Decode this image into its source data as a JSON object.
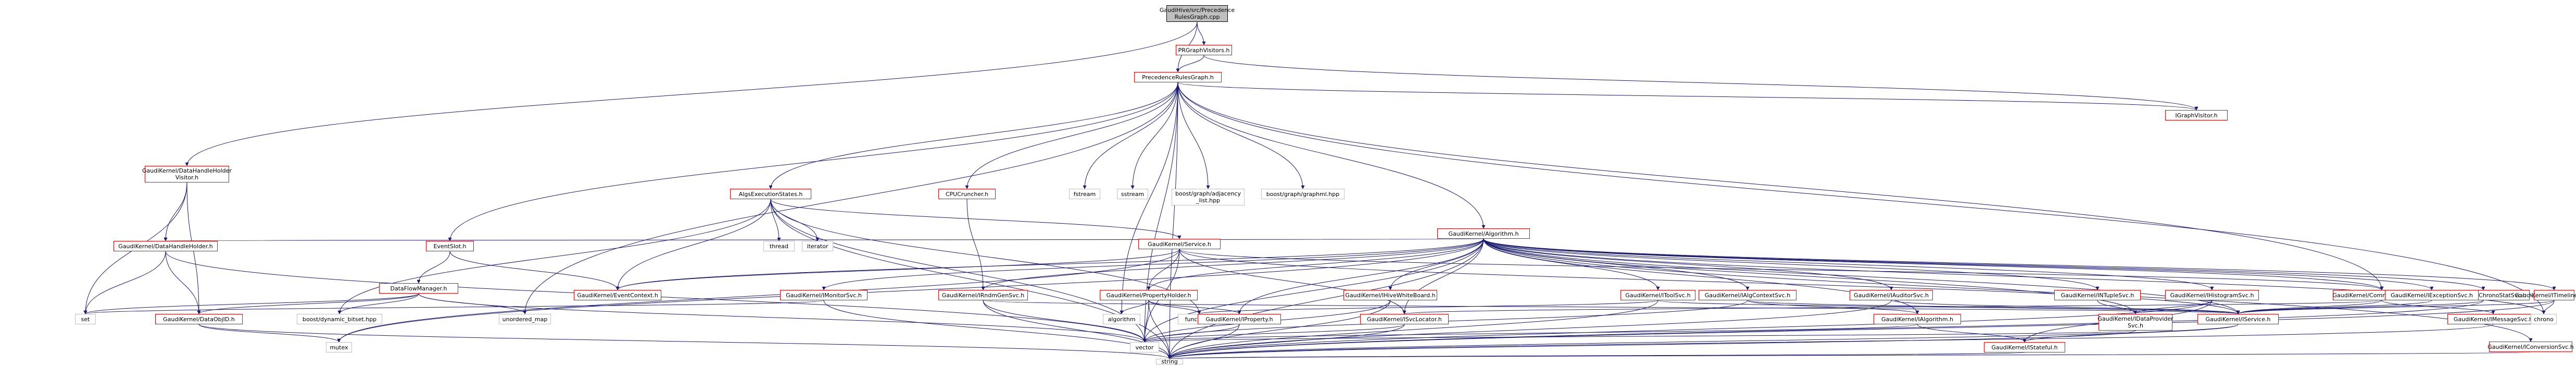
{
  "graph": {
    "colors": {
      "edge": "#191970",
      "external_border": "#bfbfbf",
      "file_border": "#ff0000",
      "root_fill": "#bfbfbf",
      "text": "#000000",
      "background": "#ffffff"
    },
    "nodes": [
      {
        "id": "root",
        "label": "GaudiHive/src/Precedence\nRulesGraph.cpp",
        "kind": "root"
      },
      {
        "id": "prgvis",
        "label": "PRGraphVisitors.h",
        "kind": "file"
      },
      {
        "id": "prg",
        "label": "PrecedenceRulesGraph.h",
        "kind": "file"
      },
      {
        "id": "igv",
        "label": "IGraphVisitor.h",
        "kind": "file"
      },
      {
        "id": "dhv",
        "label": "GaudiKernel/DataHandleHolder\nVisitor.h",
        "kind": "file"
      },
      {
        "id": "aes",
        "label": "AlgsExecutionStates.h",
        "kind": "file"
      },
      {
        "id": "cpu",
        "label": "CPUCruncher.h",
        "kind": "red"
      },
      {
        "id": "fstream",
        "label": "fstream",
        "kind": "ext"
      },
      {
        "id": "sstream",
        "label": "sstream",
        "kind": "ext"
      },
      {
        "id": "adjlist",
        "label": "boost/graph/adjacency\n_list.hpp",
        "kind": "ext"
      },
      {
        "id": "graphml",
        "label": "boost/graph/graphml.hpp",
        "kind": "ext"
      },
      {
        "id": "algorithm_h",
        "label": "GaudiKernel/Algorithm.h",
        "kind": "red"
      },
      {
        "id": "dhh",
        "label": "GaudiKernel/DataHandleHolder.h",
        "kind": "red"
      },
      {
        "id": "eslot",
        "label": "EventSlot.h",
        "kind": "file"
      },
      {
        "id": "thread",
        "label": "thread",
        "kind": "ext"
      },
      {
        "id": "iterator",
        "label": "iterator",
        "kind": "ext"
      },
      {
        "id": "service",
        "label": "GaudiKernel/Service.h",
        "kind": "red"
      },
      {
        "id": "dfm",
        "label": "DataFlowManager.h",
        "kind": "file"
      },
      {
        "id": "evctx",
        "label": "GaudiKernel/EventContext.h",
        "kind": "red"
      },
      {
        "id": "imonsvc",
        "label": "GaudiKernel/IMonitorSvc.h",
        "kind": "red"
      },
      {
        "id": "irng",
        "label": "GaudiKernel/IRndmGenSvc.h",
        "kind": "red"
      },
      {
        "id": "propholder",
        "label": "GaudiKernel/PropertyHolder.h",
        "kind": "red"
      },
      {
        "id": "cfb",
        "label": "GaudiKernel/CommonMessaging.h",
        "kind": "red"
      },
      {
        "id": "ichrono",
        "label": "GaudiKernel/IChronoStatSvc.h",
        "kind": "red"
      },
      {
        "id": "ihive",
        "label": "GaudiKernel/IHiveWhiteBoard.h",
        "kind": "red"
      },
      {
        "id": "itool",
        "label": "GaudiKernel/IToolSvc.h",
        "kind": "red"
      },
      {
        "id": "iac",
        "label": "GaudiKernel/IAlgContextSvc.h",
        "kind": "red"
      },
      {
        "id": "iaud",
        "label": "GaudiKernel/IAuditorSvc.h",
        "kind": "red"
      },
      {
        "id": "intup",
        "label": "GaudiKernel/INTupleSvc.h",
        "kind": "red"
      },
      {
        "id": "ihist",
        "label": "GaudiKernel/IHistogramSvc.h",
        "kind": "red"
      },
      {
        "id": "iexc",
        "label": "GaudiKernel/IExceptionSvc.h",
        "kind": "red"
      },
      {
        "id": "itimeline",
        "label": "GaudiKernel/ITimelineSvc.h",
        "kind": "red"
      },
      {
        "id": "iconv",
        "label": "GaudiKernel/IConversionSvc.h",
        "kind": "red"
      },
      {
        "id": "dataobjid",
        "label": "GaudiKernel/DataObjID.h",
        "kind": "red"
      },
      {
        "id": "set",
        "label": "set",
        "kind": "ext"
      },
      {
        "id": "bitset",
        "label": "boost/dynamic_bitset.hpp",
        "kind": "ext"
      },
      {
        "id": "umap",
        "label": "unordered_map",
        "kind": "ext"
      },
      {
        "id": "algorithm",
        "label": "algorithm",
        "kind": "ext"
      },
      {
        "id": "functional",
        "label": "functional",
        "kind": "ext"
      },
      {
        "id": "iproperty",
        "label": "GaudiKernel/IProperty.h",
        "kind": "red"
      },
      {
        "id": "isvcloc",
        "label": "GaudiKernel/ISvcLocator.h",
        "kind": "red"
      },
      {
        "id": "idataprov",
        "label": "GaudiKernel/IDataProvider\nSvc.h",
        "kind": "red"
      },
      {
        "id": "ialgorithm",
        "label": "GaudiKernel/IAlgorithm.h",
        "kind": "red"
      },
      {
        "id": "iservice",
        "label": "GaudiKernel/IService.h",
        "kind": "red"
      },
      {
        "id": "imsg",
        "label": "GaudiKernel/IMessageSvc.h",
        "kind": "red"
      },
      {
        "id": "chrono",
        "label": "chrono",
        "kind": "ext"
      },
      {
        "id": "mutex",
        "label": "mutex",
        "kind": "ext"
      },
      {
        "id": "vector",
        "label": "vector",
        "kind": "ext"
      },
      {
        "id": "istateful",
        "label": "GaudiKernel/IStateful.h",
        "kind": "red"
      },
      {
        "id": "string",
        "label": "string",
        "kind": "ext"
      }
    ],
    "edges": [
      [
        "root",
        "prgvis"
      ],
      [
        "root",
        "prg"
      ],
      [
        "root",
        "dhv"
      ],
      [
        "prgvis",
        "prg"
      ],
      [
        "prgvis",
        "igv"
      ],
      [
        "prg",
        "igv"
      ],
      [
        "prg",
        "aes"
      ],
      [
        "prg",
        "cpu"
      ],
      [
        "prg",
        "fstream"
      ],
      [
        "prg",
        "sstream"
      ],
      [
        "prg",
        "adjlist"
      ],
      [
        "prg",
        "graphml"
      ],
      [
        "prg",
        "algorithm_h"
      ],
      [
        "prg",
        "eslot"
      ],
      [
        "prg",
        "vector"
      ],
      [
        "prg",
        "string"
      ],
      [
        "prg",
        "umap"
      ],
      [
        "prg",
        "cfb"
      ],
      [
        "prg",
        "chrono"
      ],
      [
        "prg",
        "algorithm"
      ],
      [
        "dhv",
        "dhh"
      ],
      [
        "dhv",
        "dataobjid"
      ],
      [
        "dhv",
        "set"
      ],
      [
        "dhh",
        "dataobjid"
      ],
      [
        "dhh",
        "set"
      ],
      [
        "dhh",
        "vector"
      ],
      [
        "aes",
        "thread"
      ],
      [
        "aes",
        "iterator"
      ],
      [
        "aes",
        "service"
      ],
      [
        "aes",
        "string"
      ],
      [
        "aes",
        "vector"
      ],
      [
        "aes",
        "bitset"
      ],
      [
        "aes",
        "functional"
      ],
      [
        "aes",
        "evctx"
      ],
      [
        "eslot",
        "dfm"
      ],
      [
        "eslot",
        "evctx"
      ],
      [
        "dfm",
        "dataobjid"
      ],
      [
        "dfm",
        "bitset"
      ],
      [
        "dfm",
        "umap"
      ],
      [
        "dfm",
        "vector"
      ],
      [
        "dfm",
        "set"
      ],
      [
        "cpu",
        "irng"
      ],
      [
        "irng",
        "vector"
      ],
      [
        "irng",
        "string"
      ],
      [
        "irng",
        "iservice"
      ],
      [
        "service",
        "propholder"
      ],
      [
        "service",
        "cfb"
      ],
      [
        "service",
        "isvcloc"
      ],
      [
        "service",
        "mutex"
      ],
      [
        "service",
        "vector"
      ],
      [
        "service",
        "iservice"
      ],
      [
        "service",
        "evctx"
      ],
      [
        "algorithm_h",
        "imonsvc"
      ],
      [
        "algorithm_h",
        "irng"
      ],
      [
        "algorithm_h",
        "propholder"
      ],
      [
        "algorithm_h",
        "cfb"
      ],
      [
        "algorithm_h",
        "ichrono"
      ],
      [
        "algorithm_h",
        "ihive"
      ],
      [
        "algorithm_h",
        "itool"
      ],
      [
        "algorithm_h",
        "iac"
      ],
      [
        "algorithm_h",
        "iaud"
      ],
      [
        "algorithm_h",
        "intup"
      ],
      [
        "algorithm_h",
        "ihist"
      ],
      [
        "algorithm_h",
        "iexc"
      ],
      [
        "algorithm_h",
        "itimeline"
      ],
      [
        "algorithm_h",
        "iconv"
      ],
      [
        "algorithm_h",
        "ialgorithm"
      ],
      [
        "algorithm_h",
        "iproperty"
      ],
      [
        "algorithm_h",
        "isvcloc"
      ],
      [
        "algorithm_h",
        "idataprov"
      ],
      [
        "algorithm_h",
        "iservice"
      ],
      [
        "algorithm_h",
        "evctx"
      ],
      [
        "algorithm_h",
        "dhh"
      ],
      [
        "algorithm_h",
        "string"
      ],
      [
        "algorithm_h",
        "vector"
      ],
      [
        "algorithm_h",
        "mutex"
      ],
      [
        "algorithm_h",
        "chrono"
      ],
      [
        "imonsvc",
        "set"
      ],
      [
        "imonsvc",
        "string"
      ],
      [
        "propholder",
        "iproperty"
      ],
      [
        "propholder",
        "algorithm"
      ],
      [
        "propholder",
        "functional"
      ],
      [
        "propholder",
        "vector"
      ],
      [
        "propholder",
        "string"
      ],
      [
        "ihive",
        "vector"
      ],
      [
        "ihive",
        "string"
      ],
      [
        "itool",
        "functional"
      ],
      [
        "itool",
        "string"
      ],
      [
        "itool",
        "iservice"
      ],
      [
        "iac",
        "vector"
      ],
      [
        "iac",
        "ialgorithm"
      ],
      [
        "iac",
        "iservice"
      ],
      [
        "iaud",
        "iservice"
      ],
      [
        "iaud",
        "string"
      ],
      [
        "intup",
        "idataprov"
      ],
      [
        "ihist",
        "idataprov"
      ],
      [
        "ihist",
        "string"
      ],
      [
        "ihist",
        "istateful"
      ],
      [
        "iexc",
        "iservice"
      ],
      [
        "cfb",
        "imsg"
      ],
      [
        "cfb",
        "iservice"
      ],
      [
        "cfb",
        "isvcloc"
      ],
      [
        "ichrono",
        "iservice"
      ],
      [
        "ichrono",
        "string"
      ],
      [
        "itimeline",
        "iservice"
      ],
      [
        "itimeline",
        "chrono"
      ],
      [
        "itimeline",
        "string"
      ],
      [
        "iconv",
        "string"
      ],
      [
        "iproperty",
        "string"
      ],
      [
        "iproperty",
        "vector"
      ],
      [
        "isvcloc",
        "string"
      ],
      [
        "isvcloc",
        "vector"
      ],
      [
        "idataprov",
        "string"
      ],
      [
        "idataprov",
        "vector"
      ],
      [
        "ialgorithm",
        "istateful"
      ],
      [
        "ialgorithm",
        "vector"
      ],
      [
        "iservice",
        "istateful"
      ],
      [
        "iservice",
        "string"
      ],
      [
        "imsg",
        "string"
      ],
      [
        "dataobjid",
        "mutex"
      ],
      [
        "dataobjid",
        "string"
      ],
      [
        "istateful",
        "string"
      ]
    ]
  }
}
